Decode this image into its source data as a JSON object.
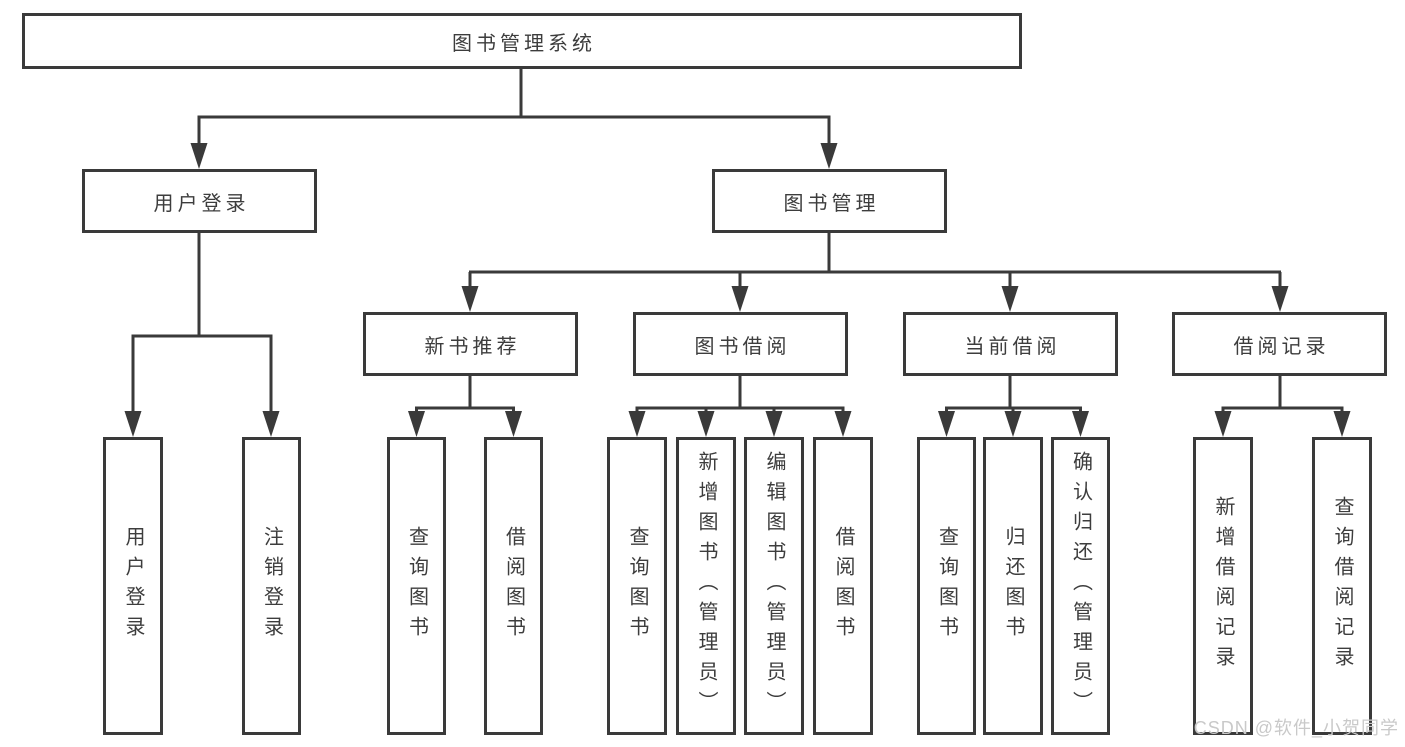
{
  "diagram": {
    "root": {
      "label": "图书管理系统"
    },
    "branches": [
      {
        "label": "用户登录",
        "children": [
          {
            "label": "用户登录"
          },
          {
            "label": "注销登录"
          }
        ]
      },
      {
        "label": "图书管理",
        "children": [
          {
            "label": "新书推荐",
            "children": [
              {
                "label": "查询图书"
              },
              {
                "label": "借阅图书"
              }
            ]
          },
          {
            "label": "图书借阅",
            "children": [
              {
                "label": "查询图书"
              },
              {
                "label": "新增图书（管理员）"
              },
              {
                "label": "编辑图书（管理员）"
              },
              {
                "label": "借阅图书"
              }
            ]
          },
          {
            "label": "当前借阅",
            "children": [
              {
                "label": "查询图书"
              },
              {
                "label": "归还图书"
              },
              {
                "label": "确认归还（管理员）"
              }
            ]
          },
          {
            "label": "借阅记录",
            "children": [
              {
                "label": "新增借阅记录"
              },
              {
                "label": "查询借阅记录"
              }
            ]
          }
        ]
      }
    ]
  },
  "watermark": {
    "text": "CSDN @软件_小贺同学"
  },
  "colors": {
    "line": "#3a3a3a",
    "text": "#3d3d3d",
    "background": "#ffffff",
    "watermark": "#c9c9c9"
  }
}
